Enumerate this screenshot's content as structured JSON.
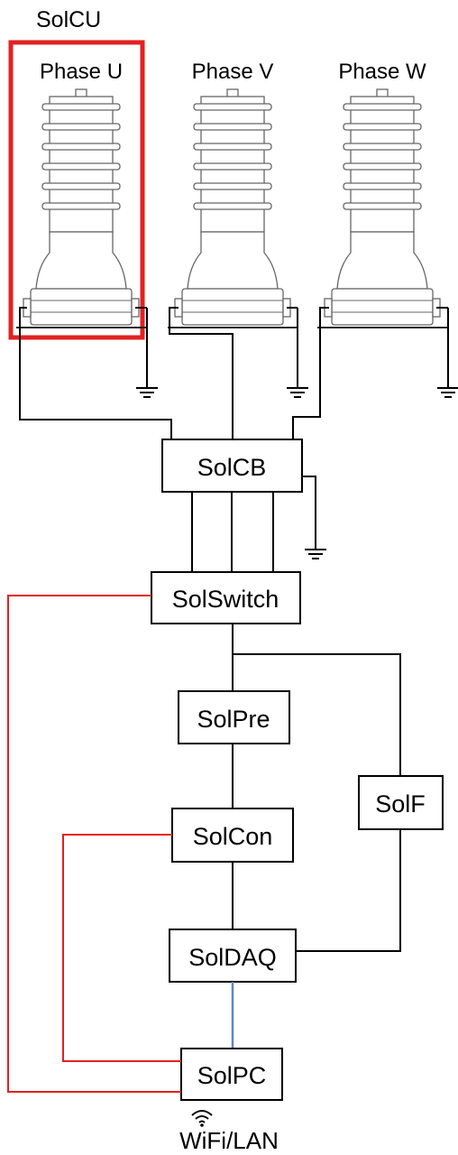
{
  "title": "SolCU",
  "phases": [
    "Phase U",
    "Phase V",
    "Phase W"
  ],
  "blocks": {
    "solcb": "SolCB",
    "solswitch": "SolSwitch",
    "solpre": "SolPre",
    "solf": "SolF",
    "solcon": "SolCon",
    "soldaq": "SolDAQ",
    "solpc": "SolPC"
  },
  "network": "WiFi/LAN",
  "colors": {
    "highlight": "#e32020",
    "data_link": "#5b8bc6",
    "wire": "#000000"
  },
  "icons": [
    "ground-icon",
    "wifi-icon",
    "insulator-icon"
  ]
}
